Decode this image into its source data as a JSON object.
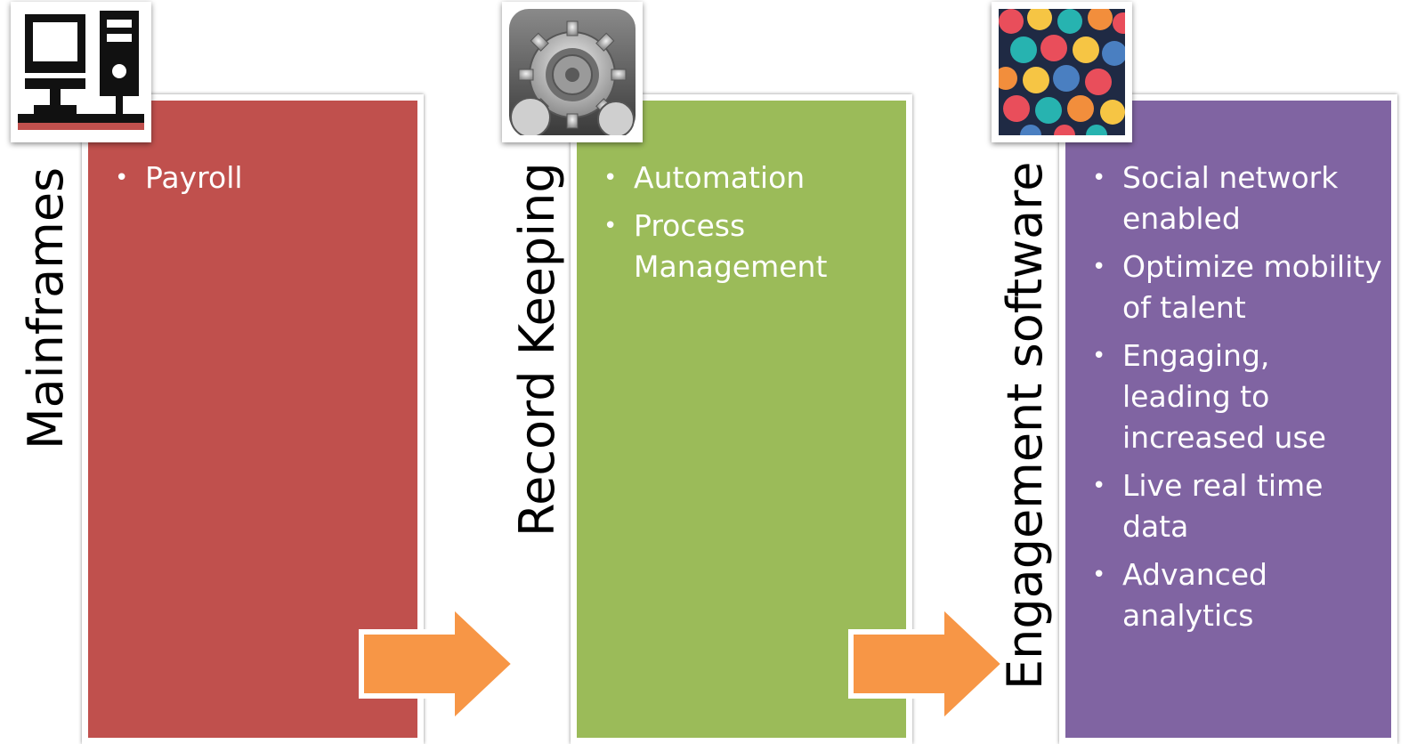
{
  "stages": [
    {
      "id": "mainframes",
      "title": "Mainframes",
      "color": "#c0504d",
      "icon": "computer-tower-icon",
      "bullets": [
        "Payroll"
      ]
    },
    {
      "id": "record-keeping",
      "title": "Record Keeping",
      "color": "#9bbb59",
      "icon": "gear-icon",
      "bullets": [
        "Automation",
        "Process Management"
      ]
    },
    {
      "id": "engagement-software",
      "title": "Engagement software",
      "color": "#8064a2",
      "icon": "people-heads-icon",
      "bullets": [
        "Social network enabled",
        "Optimize mobility of talent",
        "Engaging, leading to increased use",
        "Live real time data",
        "Advanced analytics"
      ]
    }
  ],
  "arrows": [
    {
      "icon": "right-arrow-icon",
      "color": "#f79646"
    },
    {
      "icon": "right-arrow-icon",
      "color": "#f79646"
    }
  ]
}
